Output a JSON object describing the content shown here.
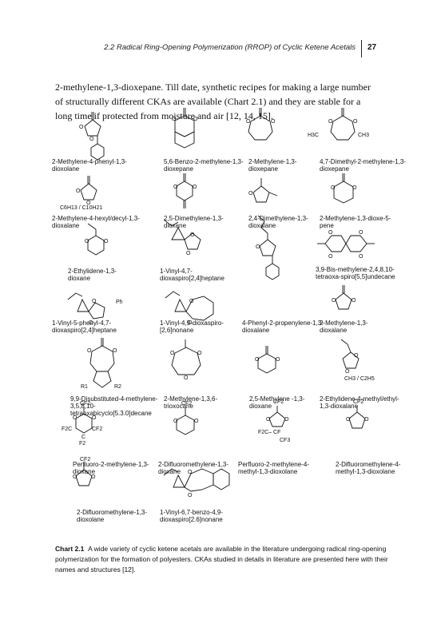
{
  "header": {
    "running_title": "2.2   Radical Ring-Opening Polymerization (RROP) of Cyclic Ketene Acetals",
    "page_number": "27"
  },
  "intro_text": "2-methylene-1,3-dioxepane. Till date, synthetic recipes for making a large number of structurally different CKAs are available (Chart 2.1) and they are stable for a long time if protected from moisture and air [12, 14, 15].",
  "compounds": [
    {
      "label": "2-Methylene-4-phenyl-1,3-dioxolane"
    },
    {
      "label": "5,6-Benzo-2-methylene-1,3-dioxepane"
    },
    {
      "label": "2-Methylene-1,3-dioxepane"
    },
    {
      "label": "4,7-Dimethyl-2-methylene-1,3- dioxepane"
    },
    {
      "label": "2-Methylene-4-hexyl/decyl-1,3-dioxalane"
    },
    {
      "label": "2,5-Dimethylene-1,3-dioxane"
    },
    {
      "label": "2,4-Dimethylene-1,3-dioxalane"
    },
    {
      "label": "2-Methylene-1,3-dioxe-5-pene"
    },
    {
      "label": "2-Ethylidene-1,3-dioxane"
    },
    {
      "label": "1-Vinyl-4,7-dioxaspiro[2,4]heptane"
    },
    {
      "label": "4-Phenyl-2-propenylene-1,3-dioxalane"
    },
    {
      "label": "3,9-Bis-methylene-2,4,8,10-tetraoxa-spiro[5,5]undecane"
    },
    {
      "label": "1-Vinyl-5-phenyl-4,7-dioxaspiro[2,4]heptane"
    },
    {
      "label": "1-Vinyl-4,9-dioxaspiro-[2,6]nonane"
    },
    {
      "label": "2-Methylene-1,3-dioxalane"
    },
    {
      "label": "9,9-Disubstituted-4-methylene-3,5,8,10-tetraoxabicyclo[5.3.0]decane"
    },
    {
      "label": "2-Methylene-1,3,6-trioxocane"
    },
    {
      "label": "2,5-Methylene -1,3-dioxane"
    },
    {
      "label": "2-Ethylidene-4-methyl/ethyl-1,3-dioxalane"
    },
    {
      "label": "Perfluoro-2-methylene-1,3-dioxane"
    },
    {
      "label": "2-Difluoromethylene-1,3-dioxane"
    },
    {
      "label": "Perfluoro-2-methylene-4-methyl-1,3-dioxolane"
    },
    {
      "label": "2-Difluoromethylene-4-methyl-1,3-dioxolane"
    },
    {
      "label": "2-Difluoromethylene-1,3-dioxolane"
    },
    {
      "label": "1-Vinyl-6,7-benzo-4,9-dioxaspiro[2.6]nonane"
    }
  ],
  "struct_text": {
    "o": "O",
    "ph": "Ph",
    "r1": "R1",
    "r2": "R2",
    "h3c": "H3C",
    "ch3": "CH3",
    "c6c10": "C6H13 / C10H21",
    "ch3c2h5": "CH3 / C2H5",
    "cf2": "CF2",
    "f2c": "F2C",
    "f2": "F2",
    "c": "C",
    "f2c_cf": "F2C– CF",
    "cf3": "CF3"
  },
  "caption": {
    "label": "Chart 2.1",
    "text": "A wide variety of cyclic ketene acetals are available in the literature undergoing radical ring-opening polymerization for the formation of polyesters. CKAs studied in details in literature are presented here with their names and structures [12]."
  }
}
